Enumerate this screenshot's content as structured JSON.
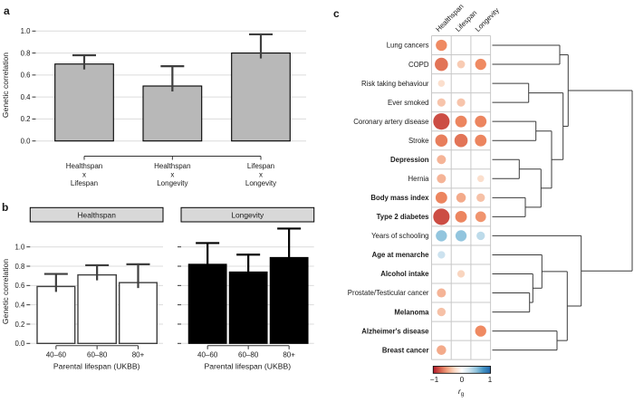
{
  "panels": {
    "a": {
      "letter": "a",
      "ylabel": "Genetic correlation"
    },
    "b": {
      "letter": "b",
      "ylabel": "Genetic correlation",
      "xlabel": "Parental lifespan (UKBB)"
    },
    "c": {
      "letter": "c",
      "colorbar": {
        "ticks": [
          "−1",
          "0",
          "1"
        ],
        "title_main": "r",
        "title_sub": "g",
        "gradient": [
          "#b2182b",
          "#d6604d",
          "#f4a582",
          "#fddbc7",
          "#ffffff",
          "#d1e5f0",
          "#92c5de",
          "#4393c3",
          "#2166ac"
        ]
      }
    }
  },
  "chart_data": [
    {
      "id": "a",
      "type": "bar",
      "categories": [
        "Healthspan × Lifespan",
        "Healthspan × Longevity",
        "Lifespan × Longevity"
      ],
      "category_lines": [
        [
          "Healthspan",
          "x",
          "Lifespan"
        ],
        [
          "Healthspan",
          "x",
          "Longevity"
        ],
        [
          "Lifespan",
          "x",
          "Longevity"
        ]
      ],
      "values": [
        0.7,
        0.5,
        0.8
      ],
      "upper_ci": [
        0.78,
        0.68,
        0.97
      ],
      "ylabel": "Genetic correlation",
      "ylim": [
        0,
        1
      ],
      "yticks": [
        "0.0",
        "0.2",
        "0.4",
        "0.6",
        "0.8",
        "1.0"
      ],
      "bar_fill": "#b8b8b8",
      "bar_stroke": "#000000"
    },
    {
      "id": "b1",
      "type": "bar",
      "title": "Healthspan",
      "categories": [
        "40–60",
        "60–80",
        "80+"
      ],
      "values": [
        0.59,
        0.71,
        0.63
      ],
      "upper_ci": [
        0.72,
        0.81,
        0.82
      ],
      "xlabel": "Parental lifespan (UKBB)",
      "ylim": [
        0,
        1
      ],
      "yticks": [
        "0.0",
        "0.2",
        "0.4",
        "0.6",
        "0.8",
        "1.0"
      ],
      "bar_fill": "#ffffff",
      "bar_stroke": "#3f3f3f"
    },
    {
      "id": "b2",
      "type": "bar",
      "title": "Longevity",
      "categories": [
        "40–60",
        "60–80",
        "80+"
      ],
      "values": [
        0.82,
        0.74,
        0.89
      ],
      "upper_ci": [
        1.04,
        0.92,
        1.19
      ],
      "xlabel": "Parental lifespan (UKBB)",
      "ylim": [
        0,
        1
      ],
      "yticks": [
        "0.0",
        "0.2",
        "0.4",
        "0.6",
        "0.8",
        "1.0"
      ],
      "bar_fill": "#000000",
      "bar_stroke": "#000000"
    },
    {
      "id": "c",
      "type": "heatmap",
      "columns": [
        "Healthspan",
        "Lifespan",
        "Longevity"
      ],
      "legend": {
        "label": "rg",
        "min": -1,
        "max": 1
      },
      "rows": [
        {
          "label": "Lung cancers",
          "bold": false,
          "values": [
            -0.45,
            null,
            null
          ]
        },
        {
          "label": "COPD",
          "bold": false,
          "values": [
            -0.58,
            -0.25,
            -0.45
          ]
        },
        {
          "label": "Risk taking behaviour",
          "bold": false,
          "values": [
            -0.18,
            null,
            null
          ]
        },
        {
          "label": "Ever smoked",
          "bold": false,
          "values": [
            -0.27,
            -0.27,
            null
          ]
        },
        {
          "label": "Coronary artery disease",
          "bold": false,
          "values": [
            -0.78,
            -0.48,
            -0.48
          ]
        },
        {
          "label": "Stroke",
          "bold": false,
          "values": [
            -0.52,
            -0.58,
            -0.48
          ]
        },
        {
          "label": "Depression",
          "bold": true,
          "values": [
            -0.32,
            null,
            null
          ]
        },
        {
          "label": "Hernia",
          "bold": false,
          "values": [
            -0.32,
            null,
            -0.18
          ]
        },
        {
          "label": "Body mass index",
          "bold": true,
          "values": [
            -0.48,
            -0.35,
            -0.28
          ]
        },
        {
          "label": "Type 2 diabetes",
          "bold": true,
          "values": [
            -0.78,
            -0.48,
            -0.42
          ]
        },
        {
          "label": "Years of schooling",
          "bold": false,
          "values": [
            0.45,
            0.45,
            0.28
          ]
        },
        {
          "label": "Age at menarche",
          "bold": true,
          "values": [
            0.22,
            null,
            null
          ]
        },
        {
          "label": "Alcohol intake",
          "bold": true,
          "values": [
            null,
            -0.22,
            null
          ]
        },
        {
          "label": "Prostate/Testicular cancer",
          "bold": false,
          "values": [
            -0.32,
            null,
            null
          ]
        },
        {
          "label": "Melanoma",
          "bold": true,
          "values": [
            -0.28,
            null,
            null
          ]
        },
        {
          "label": "Alzheimer's disease",
          "bold": true,
          "values": [
            null,
            null,
            -0.45
          ]
        },
        {
          "label": "Breast cancer",
          "bold": true,
          "values": [
            -0.35,
            null,
            null
          ]
        }
      ],
      "dendrogram": {
        "merges": [
          {
            "id": "m1",
            "a": "r1",
            "b": "r2",
            "x": 618.0
          },
          {
            "id": "m2",
            "a": "r3",
            "b": "r4",
            "x": 583.7
          },
          {
            "id": "m3",
            "a": "r5",
            "b": "r6",
            "x": 591.7
          },
          {
            "id": "m4",
            "a": "r7",
            "b": "r8",
            "x": 573.3
          },
          {
            "id": "m5",
            "a": "r9",
            "b": "r10",
            "x": 580.0
          },
          {
            "id": "m6",
            "a": "m4",
            "b": "m5",
            "x": 597.3
          },
          {
            "id": "m7",
            "a": "m3",
            "b": "m6",
            "x": 609.0
          },
          {
            "id": "m8",
            "a": "m2",
            "b": "m7",
            "x": 621.7
          },
          {
            "id": "m9",
            "a": "m1",
            "b": "m8",
            "x": 627.3
          },
          {
            "id": "m10",
            "a": "r14",
            "b": "r15",
            "x": 584.7
          },
          {
            "id": "m11",
            "a": "r13",
            "b": "m10",
            "x": 588.3
          },
          {
            "id": "m12",
            "a": "r12",
            "b": "m11",
            "x": 598.3
          },
          {
            "id": "m13",
            "a": "r16",
            "b": "r17",
            "x": 615.0
          },
          {
            "id": "m14",
            "a": "m12",
            "b": "m13",
            "x": 626.3
          },
          {
            "id": "m15",
            "a": "r11",
            "b": "m14",
            "x": 641.7
          },
          {
            "id": "root",
            "a": "m9",
            "b": "m15",
            "x": 698.0
          }
        ]
      }
    }
  ]
}
